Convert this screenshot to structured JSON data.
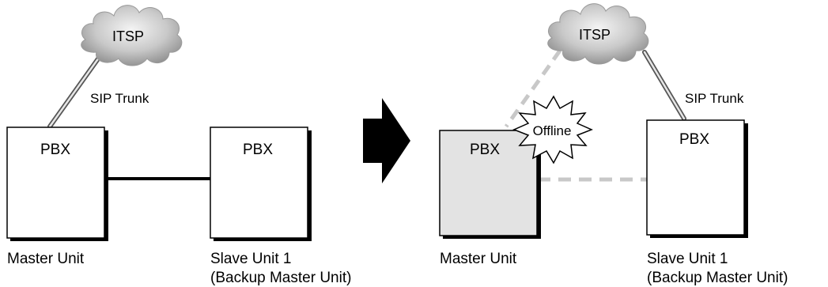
{
  "left_scenario": {
    "cloud_label": "ITSP",
    "trunk_label": "SIP Trunk",
    "master_box_label": "PBX",
    "slave_box_label": "PBX",
    "master_caption": "Master Unit",
    "slave_caption_line1": "Slave Unit 1",
    "slave_caption_line2": "(Backup Master Unit)"
  },
  "right_scenario": {
    "cloud_label": "ITSP",
    "trunk_label": "SIP Trunk",
    "master_box_label": "PBX",
    "offline_label": "Offline",
    "slave_box_label": "PBX",
    "master_caption": "Master Unit",
    "slave_caption_line1": "Slave Unit 1",
    "slave_caption_line2": "(Backup Master Unit)"
  },
  "colors": {
    "offline_box_fill": "#e3e3e3",
    "disconnected_link": "#c8c8c8",
    "cloud_light": "#f4f4f4",
    "cloud_dark": "#8a8a8a"
  }
}
